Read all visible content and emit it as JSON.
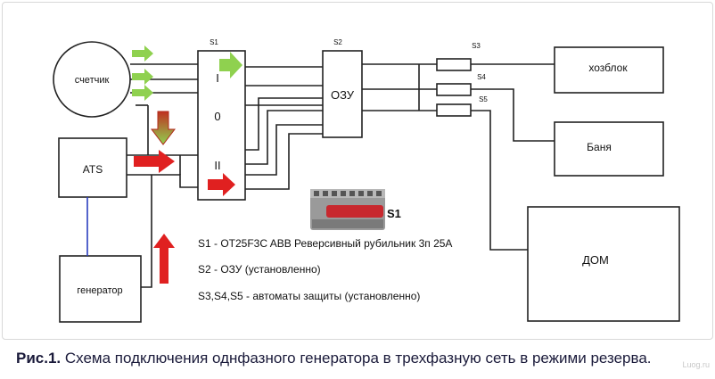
{
  "labels": {
    "meter": "счетчик",
    "ats": "ATS",
    "generator": "генератор",
    "s1": "S1",
    "pos1": "I",
    "pos0": "0",
    "pos2": "II",
    "s2": "S2",
    "ozu": "ОЗУ",
    "s3": "S3",
    "s4": "S4",
    "s5": "S5",
    "load_shed": "хозблок",
    "load_bath": "Баня",
    "load_house": "ДОМ",
    "photo_label": "S1"
  },
  "notes": [
    "S1 - OT25F3C ABB Реверсивный рубильник 3п 25А",
    "S2 - ОЗУ (установленно)",
    "S3,S4,S5 - автоматы защиты (установленно)"
  ],
  "caption": {
    "prefix": "Рис.1.",
    "text": " Схема подключения однфазного генератора в трехфазную сеть в режими резерва."
  },
  "watermark": "Luog.ru",
  "colors": {
    "arrow_green": "#8fd14f",
    "arrow_red": "#e02020",
    "wire_blue": "#2b3fbf",
    "switch_red": "#c8282e",
    "switch_gray": "#8a8a8a"
  }
}
